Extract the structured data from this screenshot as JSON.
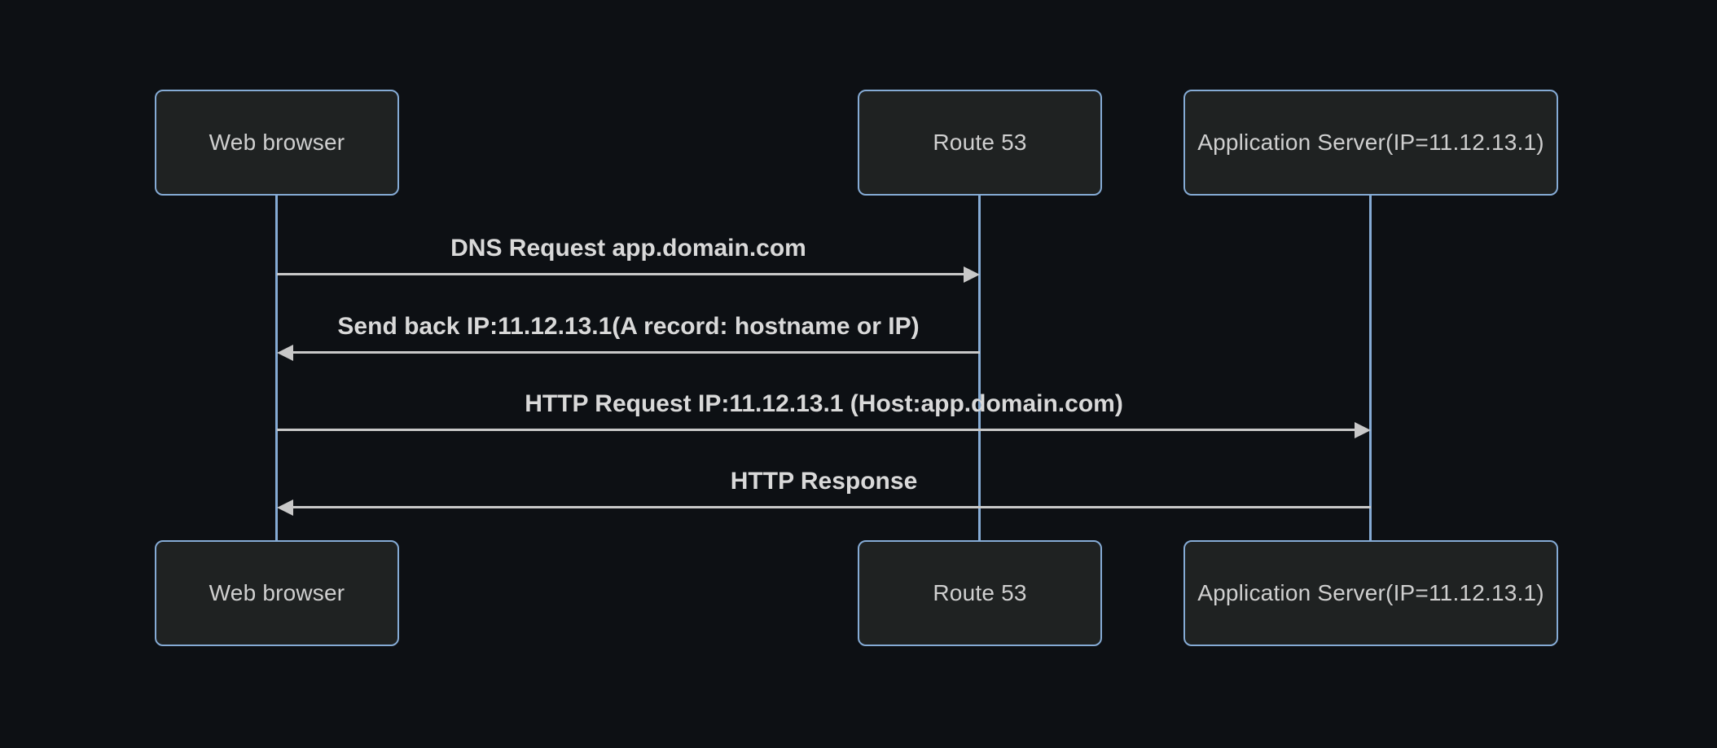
{
  "diagram": {
    "type": "sequence",
    "actors": [
      {
        "id": "browser",
        "label": "Web browser"
      },
      {
        "id": "route53",
        "label": "Route 53"
      },
      {
        "id": "appserver",
        "label": "Application Server(IP=11.12.13.1)"
      }
    ],
    "messages": [
      {
        "from": "browser",
        "to": "route53",
        "direction": "right",
        "label": "DNS Request app.domain.com"
      },
      {
        "from": "route53",
        "to": "browser",
        "direction": "left",
        "label": "Send back IP:11.12.13.1(A record: hostname or IP)"
      },
      {
        "from": "browser",
        "to": "appserver",
        "direction": "right",
        "label": "HTTP Request IP:11.12.13.1 (Host:app.domain.com)"
      },
      {
        "from": "appserver",
        "to": "browser",
        "direction": "left",
        "label": "HTTP Response"
      }
    ],
    "colors": {
      "background": "#0d1014",
      "actor_fill": "#1f2222",
      "actor_border": "#85abd5",
      "lifeline": "#85abd5",
      "signal_line": "#c8c8c8",
      "actor_text": "#cfcfcf",
      "message_text": "#d9d9d9"
    }
  }
}
